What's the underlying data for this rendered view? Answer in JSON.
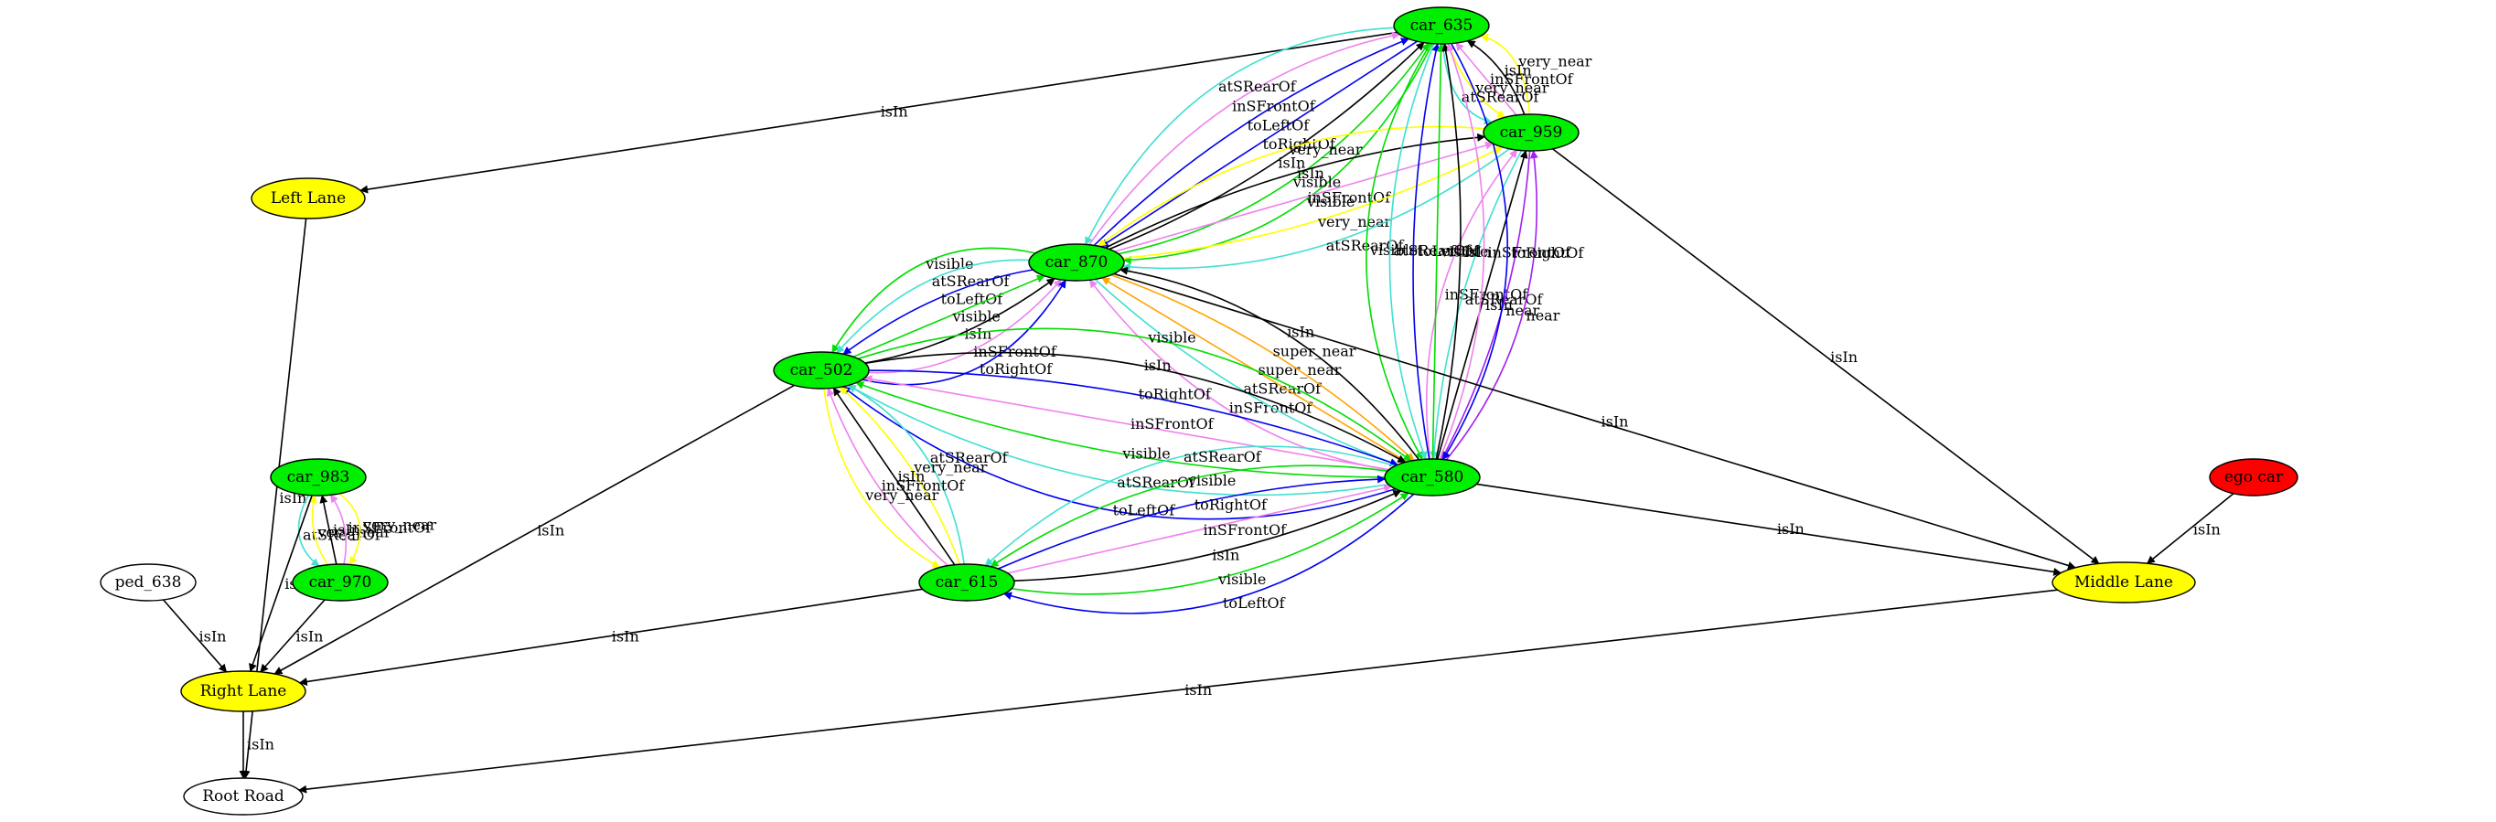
{
  "colors": {
    "green_node": "#00ee00",
    "yellow_node": "#ffff00",
    "red_node": "#ff0000",
    "white_node": "#ffffff",
    "isIn": "#000000",
    "visible": "#00dd00",
    "toLeftOf": "#0000ee",
    "toRightOf": "#0000ee",
    "inSFrontOf": "#ee82ee",
    "atSRearOf": "#40e0d0",
    "very_near": "#ffff00",
    "near": "#a020f0",
    "super_near": "#ffa500"
  },
  "nodes": [
    {
      "id": "car_635",
      "label": "car_635",
      "fill": "green_node"
    },
    {
      "id": "car_959",
      "label": "car_959",
      "fill": "green_node"
    },
    {
      "id": "car_870",
      "label": "car_870",
      "fill": "green_node"
    },
    {
      "id": "car_502",
      "label": "car_502",
      "fill": "green_node"
    },
    {
      "id": "car_580",
      "label": "car_580",
      "fill": "green_node"
    },
    {
      "id": "car_983",
      "label": "car_983",
      "fill": "green_node"
    },
    {
      "id": "car_970",
      "label": "car_970",
      "fill": "green_node"
    },
    {
      "id": "car_615",
      "label": "car_615",
      "fill": "green_node"
    },
    {
      "id": "ped_638",
      "label": "ped_638",
      "fill": "white_node"
    },
    {
      "id": "ego_car",
      "label": "ego car",
      "fill": "red_node"
    },
    {
      "id": "left_lane",
      "label": "Left Lane",
      "fill": "yellow_node"
    },
    {
      "id": "middle_lane",
      "label": "Middle Lane",
      "fill": "yellow_node"
    },
    {
      "id": "right_lane",
      "label": "Right Lane",
      "fill": "yellow_node"
    },
    {
      "id": "root_road",
      "label": "Root Road",
      "fill": "white_node"
    }
  ],
  "edges": [
    {
      "from": "car_635",
      "to": "left_lane",
      "label": "isIn",
      "color": "isIn"
    },
    {
      "from": "left_lane",
      "to": "root_road",
      "label": "isIn",
      "color": "isIn"
    },
    {
      "from": "right_lane",
      "to": "root_road",
      "label": "isIn",
      "color": "isIn"
    },
    {
      "from": "middle_lane",
      "to": "root_road",
      "label": "isIn",
      "color": "isIn"
    },
    {
      "from": "car_635",
      "to": "car_870",
      "label": "visible",
      "color": "visible"
    },
    {
      "from": "car_870",
      "to": "car_635",
      "label": "visible",
      "color": "visible"
    },
    {
      "from": "car_870",
      "to": "car_635",
      "label": "isIn",
      "color": "isIn"
    },
    {
      "from": "car_635",
      "to": "car_870",
      "label": "toRightOf",
      "color": "toRightOf"
    },
    {
      "from": "car_870",
      "to": "car_635",
      "label": "toLeftOf",
      "color": "toLeftOf"
    },
    {
      "from": "car_870",
      "to": "car_635",
      "label": "inSFrontOf",
      "color": "inSFrontOf"
    },
    {
      "from": "car_635",
      "to": "car_870",
      "label": "atSRearOf",
      "color": "atSRearOf"
    },
    {
      "from": "car_959",
      "to": "car_635",
      "label": "very_near",
      "color": "very_near"
    },
    {
      "from": "car_959",
      "to": "car_635",
      "label": "isIn",
      "color": "isIn"
    },
    {
      "from": "car_959",
      "to": "car_635",
      "label": "inSFrontOf",
      "color": "inSFrontOf"
    },
    {
      "from": "car_635",
      "to": "car_959",
      "label": "very_near",
      "color": "very_near"
    },
    {
      "from": "car_635",
      "to": "car_959",
      "label": "atSRearOf",
      "color": "atSRearOf"
    },
    {
      "from": "car_959",
      "to": "car_870",
      "label": "very_near",
      "color": "very_near"
    },
    {
      "from": "car_870",
      "to": "car_959",
      "label": "isIn",
      "color": "isIn"
    },
    {
      "from": "car_870",
      "to": "car_959",
      "label": "inSFrontOf",
      "color": "inSFrontOf"
    },
    {
      "from": "car_870",
      "to": "car_959",
      "label": "very_near",
      "color": "very_near"
    },
    {
      "from": "car_959",
      "to": "car_870",
      "label": "atSRearOf",
      "color": "atSRearOf"
    },
    {
      "from": "car_870",
      "to": "car_502",
      "label": "visible",
      "color": "visible"
    },
    {
      "from": "car_870",
      "to": "car_502",
      "label": "atSRearOf",
      "color": "atSRearOf"
    },
    {
      "from": "car_870",
      "to": "car_502",
      "label": "toLeftOf",
      "color": "toLeftOf"
    },
    {
      "from": "car_502",
      "to": "car_870",
      "label": "visible",
      "color": "visible"
    },
    {
      "from": "car_502",
      "to": "car_870",
      "label": "isIn",
      "color": "isIn"
    },
    {
      "from": "car_502",
      "to": "car_870",
      "label": "inSFrontOf",
      "color": "inSFrontOf"
    },
    {
      "from": "car_502",
      "to": "car_870",
      "label": "toRightOf",
      "color": "toRightOf"
    },
    {
      "from": "car_580",
      "to": "car_870",
      "label": "inSFrontOf",
      "color": "inSFrontOf"
    },
    {
      "from": "car_870",
      "to": "car_580",
      "label": "atSRearOf",
      "color": "atSRearOf"
    },
    {
      "from": "car_580",
      "to": "car_870",
      "label": "super_near",
      "color": "super_near"
    },
    {
      "from": "car_870",
      "to": "car_580",
      "label": "super_near",
      "color": "super_near"
    },
    {
      "from": "car_580",
      "to": "car_870",
      "label": "isIn",
      "color": "isIn"
    },
    {
      "from": "car_580",
      "to": "car_959",
      "label": "inSFrontOf",
      "color": "inSFrontOf"
    },
    {
      "from": "car_959",
      "to": "car_580",
      "label": "atSRearOf",
      "color": "atSRearOf"
    },
    {
      "from": "car_580",
      "to": "car_959",
      "label": "isIn",
      "color": "isIn"
    },
    {
      "from": "car_959",
      "to": "car_580",
      "label": "near",
      "color": "near"
    },
    {
      "from": "car_580",
      "to": "car_959",
      "label": "near",
      "color": "near"
    },
    {
      "from": "car_635",
      "to": "car_580",
      "label": "visible",
      "color": "visible"
    },
    {
      "from": "car_635",
      "to": "car_580",
      "label": "atSRearOf",
      "color": "atSRearOf"
    },
    {
      "from": "car_580",
      "to": "car_635",
      "label": "toLeftOf",
      "color": "toLeftOf"
    },
    {
      "from": "car_580",
      "to": "car_635",
      "label": "visible",
      "color": "visible"
    },
    {
      "from": "car_580",
      "to": "car_635",
      "label": "isIn",
      "color": "isIn"
    },
    {
      "from": "car_580",
      "to": "car_635",
      "label": "inSFrontOf",
      "color": "inSFrontOf"
    },
    {
      "from": "car_635",
      "to": "car_580",
      "label": "toRightOf",
      "color": "toRightOf"
    },
    {
      "from": "car_959",
      "to": "middle_lane",
      "label": "isIn",
      "color": "isIn"
    },
    {
      "from": "car_870",
      "to": "middle_lane",
      "label": "isIn",
      "color": "isIn"
    },
    {
      "from": "car_502",
      "to": "car_580",
      "label": "visible",
      "color": "visible"
    },
    {
      "from": "car_502",
      "to": "car_580",
      "label": "isIn",
      "color": "isIn"
    },
    {
      "from": "car_502",
      "to": "car_580",
      "label": "toRightOf",
      "color": "toRightOf"
    },
    {
      "from": "car_580",
      "to": "car_502",
      "label": "inSFrontOf",
      "color": "inSFrontOf"
    },
    {
      "from": "car_580",
      "to": "car_502",
      "label": "visible",
      "color": "visible"
    },
    {
      "from": "car_580",
      "to": "car_502",
      "label": "atSRearOf",
      "color": "atSRearOf"
    },
    {
      "from": "car_580",
      "to": "car_502",
      "label": "toLeftOf",
      "color": "toLeftOf"
    },
    {
      "from": "car_580",
      "to": "middle_lane",
      "label": "isIn",
      "color": "isIn"
    },
    {
      "from": "ego_car",
      "to": "middle_lane",
      "label": "isIn",
      "color": "isIn"
    },
    {
      "from": "car_502",
      "to": "right_lane",
      "label": "isIn",
      "color": "isIn"
    },
    {
      "from": "car_615",
      "to": "car_502",
      "label": "atSRearOf",
      "color": "atSRearOf"
    },
    {
      "from": "car_615",
      "to": "car_502",
      "label": "very_near",
      "color": "very_near"
    },
    {
      "from": "car_615",
      "to": "car_502",
      "label": "isIn",
      "color": "isIn"
    },
    {
      "from": "car_615",
      "to": "car_502",
      "label": "inSFrontOf",
      "color": "inSFrontOf"
    },
    {
      "from": "car_502",
      "to": "car_615",
      "label": "very_near",
      "color": "very_near"
    },
    {
      "from": "car_580",
      "to": "car_615",
      "label": "toLeftOf",
      "color": "toLeftOf"
    },
    {
      "from": "car_615",
      "to": "car_580",
      "label": "visible",
      "color": "visible"
    },
    {
      "from": "car_615",
      "to": "car_580",
      "label": "isIn",
      "color": "isIn"
    },
    {
      "from": "car_615",
      "to": "car_580",
      "label": "inSFrontOf",
      "color": "inSFrontOf"
    },
    {
      "from": "car_615",
      "to": "car_580",
      "label": "toRightOf",
      "color": "toRightOf"
    },
    {
      "from": "car_580",
      "to": "car_615",
      "label": "visible",
      "color": "visible"
    },
    {
      "from": "car_580",
      "to": "car_615",
      "label": "atSRearOf",
      "color": "atSRearOf"
    },
    {
      "from": "car_615",
      "to": "right_lane",
      "label": "isIn",
      "color": "isIn"
    },
    {
      "from": "car_983",
      "to": "car_970",
      "label": "atSRearOf",
      "color": "atSRearOf"
    },
    {
      "from": "car_970",
      "to": "car_983",
      "label": "very_near",
      "color": "very_near"
    },
    {
      "from": "car_970",
      "to": "car_983",
      "label": "isIn",
      "color": "isIn"
    },
    {
      "from": "car_970",
      "to": "car_983",
      "label": "inSFrontOf",
      "color": "inSFrontOf"
    },
    {
      "from": "car_983",
      "to": "car_970",
      "label": "very_near",
      "color": "very_near"
    },
    {
      "from": "car_983",
      "to": "right_lane",
      "label": "isIn",
      "color": "isIn"
    },
    {
      "from": "ped_638",
      "to": "right_lane",
      "label": "isIn",
      "color": "isIn"
    },
    {
      "from": "car_970",
      "to": "right_lane",
      "label": "isIn",
      "color": "isIn"
    }
  ]
}
